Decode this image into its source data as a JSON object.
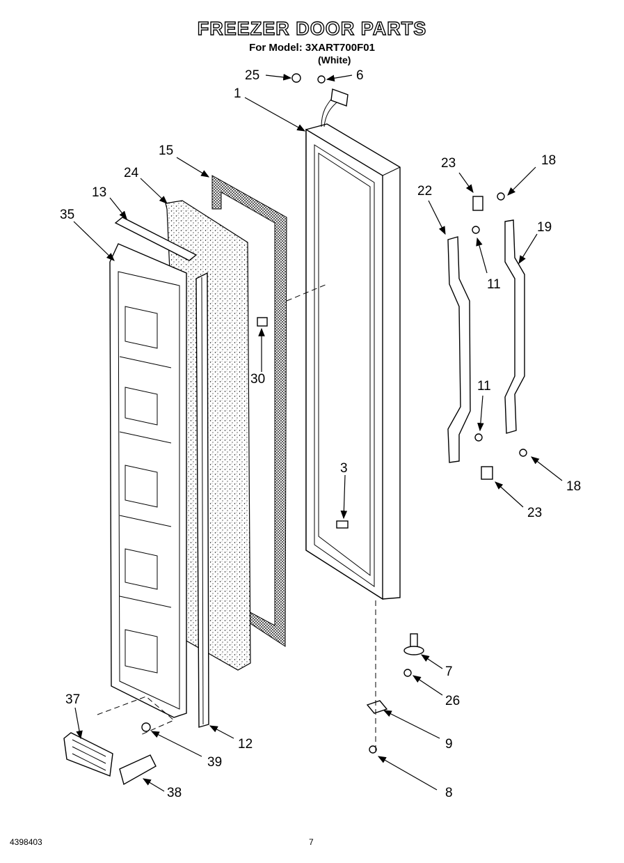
{
  "header": {
    "title": "FREEZER DOOR PARTS",
    "model_line": "For Model: 3XART700F01",
    "color_note": "(White)"
  },
  "callouts": [
    "25",
    "6",
    "1",
    "15",
    "24",
    "13",
    "35",
    "23",
    "18",
    "22",
    "19",
    "11",
    "30",
    "11",
    "3",
    "18",
    "23",
    "7",
    "26",
    "37",
    "12",
    "9",
    "39",
    "38",
    "8"
  ],
  "footer": {
    "doc_number": "4398403",
    "page_number": "7"
  }
}
